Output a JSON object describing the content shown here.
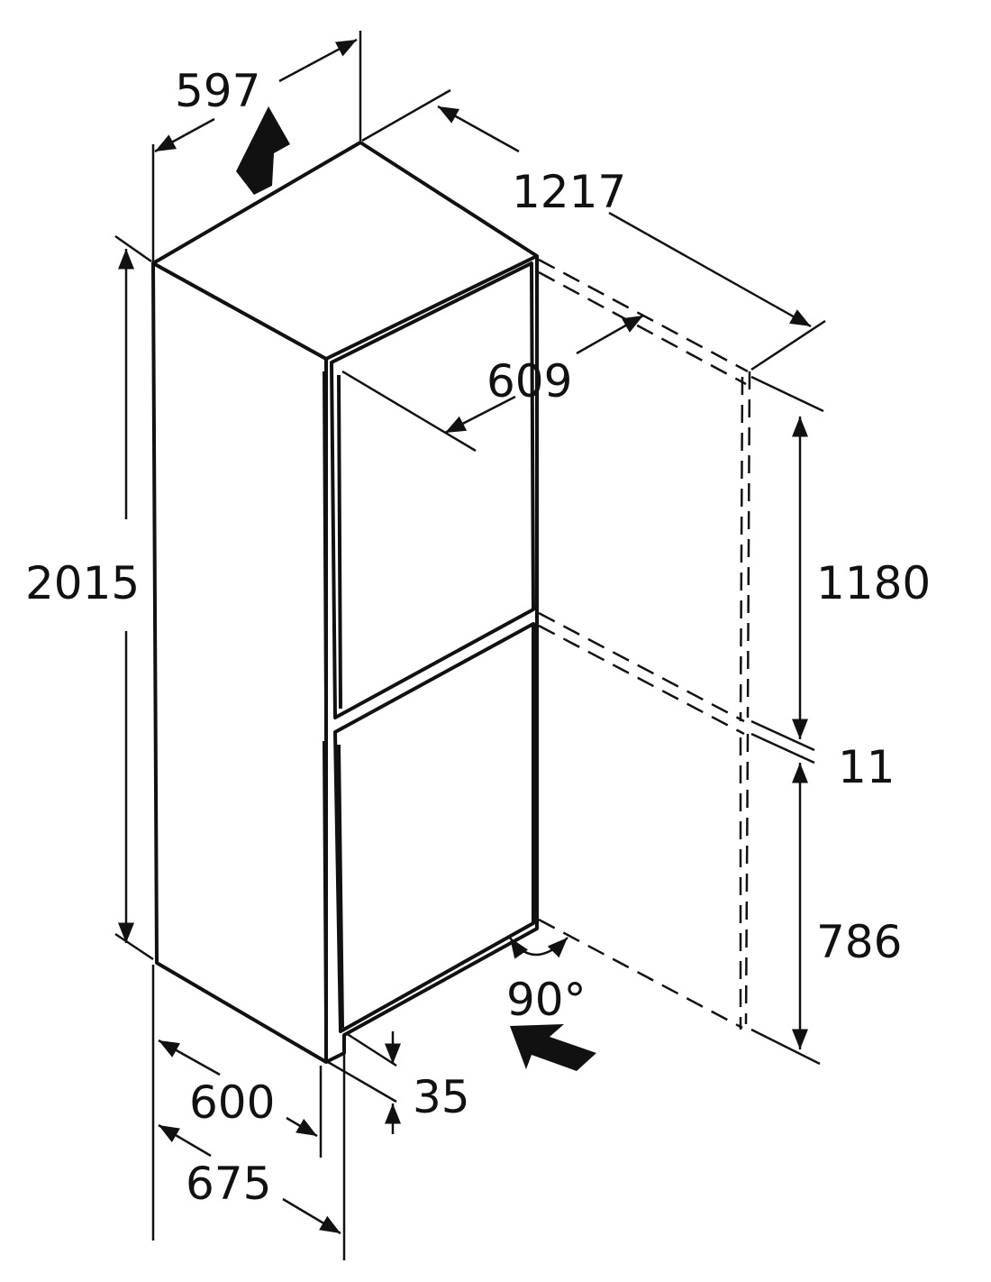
{
  "dimensions": {
    "width_top": "597",
    "depth_top": "1217",
    "door_open_depth": "609",
    "height_total": "2015",
    "upper_height": "1180",
    "gap": "11",
    "lower_height": "786",
    "door_angle": "90°",
    "width_bottom": "600",
    "width_with_handle": "675",
    "handle_gap": "35"
  },
  "colors": {
    "line": "#111111",
    "background": "#ffffff"
  },
  "icons": [
    "ventilation-up-arrow-icon",
    "ventilation-in-arrow-icon",
    "rotation-arc-icon"
  ]
}
